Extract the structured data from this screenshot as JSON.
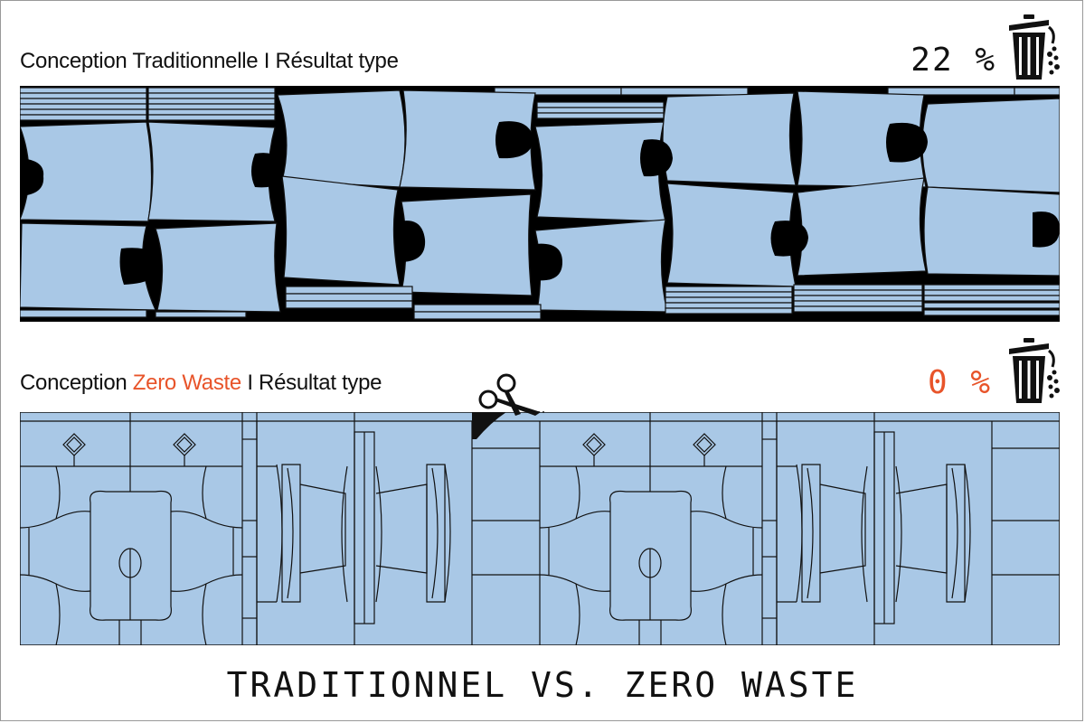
{
  "top_section": {
    "title_prefix": "Conception Traditionnelle I Résultat type",
    "waste_percent": "22 %",
    "waste_icon": "trash-bin-icon"
  },
  "bottom_section": {
    "title_before": "Conception ",
    "title_highlight": "Zero Waste",
    "title_after": " I Résultat type",
    "waste_percent": "0 %",
    "waste_icon": "trash-bin-icon",
    "cut_icon": "scissors-icon"
  },
  "main_title": "TRADITIONNEL VS. ZERO WASTE",
  "colors": {
    "fabric": "#a9c8e6",
    "waste": "#000000",
    "highlight": "#e8542a",
    "outline": "#111111"
  }
}
